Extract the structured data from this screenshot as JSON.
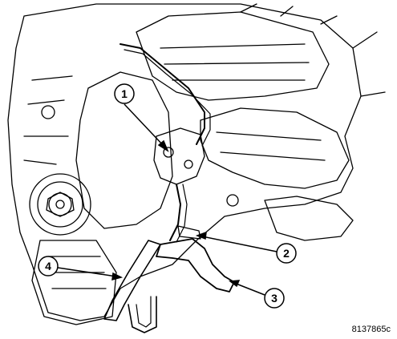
{
  "callouts": [
    {
      "id": "1",
      "label": "1"
    },
    {
      "id": "2",
      "label": "2"
    },
    {
      "id": "3",
      "label": "3"
    },
    {
      "id": "4",
      "label": "4"
    }
  ],
  "figure_code": "8137865c",
  "colors": {
    "line": "#000000",
    "fill": "#ffffff"
  }
}
